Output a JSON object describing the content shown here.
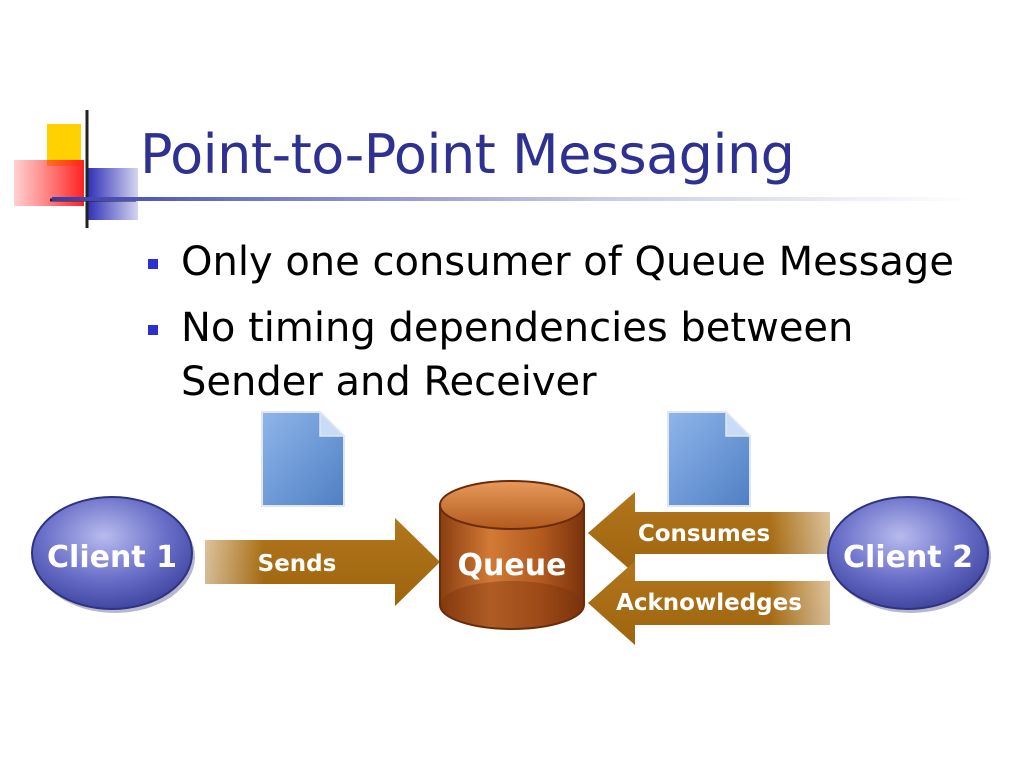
{
  "slide": {
    "title": "Point-to-Point Messaging",
    "bullets": [
      {
        "text": "Only one consumer of Queue Message"
      },
      {
        "text": "No timing dependencies between Sender and Receiver"
      }
    ]
  },
  "diagram": {
    "nodes": {
      "client1": "Client 1",
      "queue": "Queue",
      "client2": "Client 2"
    },
    "arrows": {
      "sends": "Sends",
      "consumes": "Consumes",
      "acknowledges": "Acknowledges"
    },
    "colors": {
      "title": "#2e3192",
      "client_fill": "#6a6fc8",
      "queue_fill": "#b35a1f",
      "arrow_fill": "#a86c12",
      "document_fill": "#6e9ad6",
      "bullet": "#2e2ed0"
    }
  }
}
